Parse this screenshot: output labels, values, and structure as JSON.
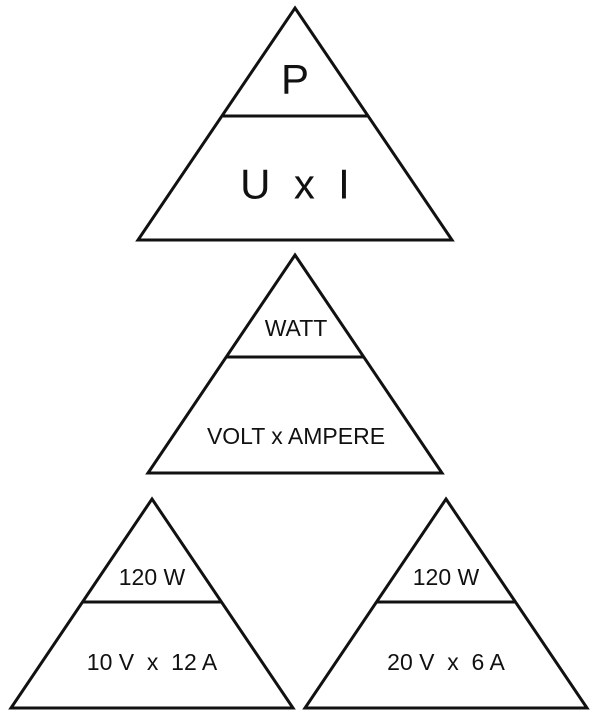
{
  "triangles": {
    "formula": {
      "top": "P",
      "bottom": "U  x  I"
    },
    "units": {
      "top": "WATT",
      "bottom": "VOLT x AMPERE"
    },
    "example_left": {
      "top": "120 W",
      "bottom": "10 V  x  12 A"
    },
    "example_right": {
      "top": "120 W",
      "bottom": "20 V  x  6 A"
    }
  },
  "colors": {
    "stroke": "#111111",
    "background": "#ffffff"
  }
}
